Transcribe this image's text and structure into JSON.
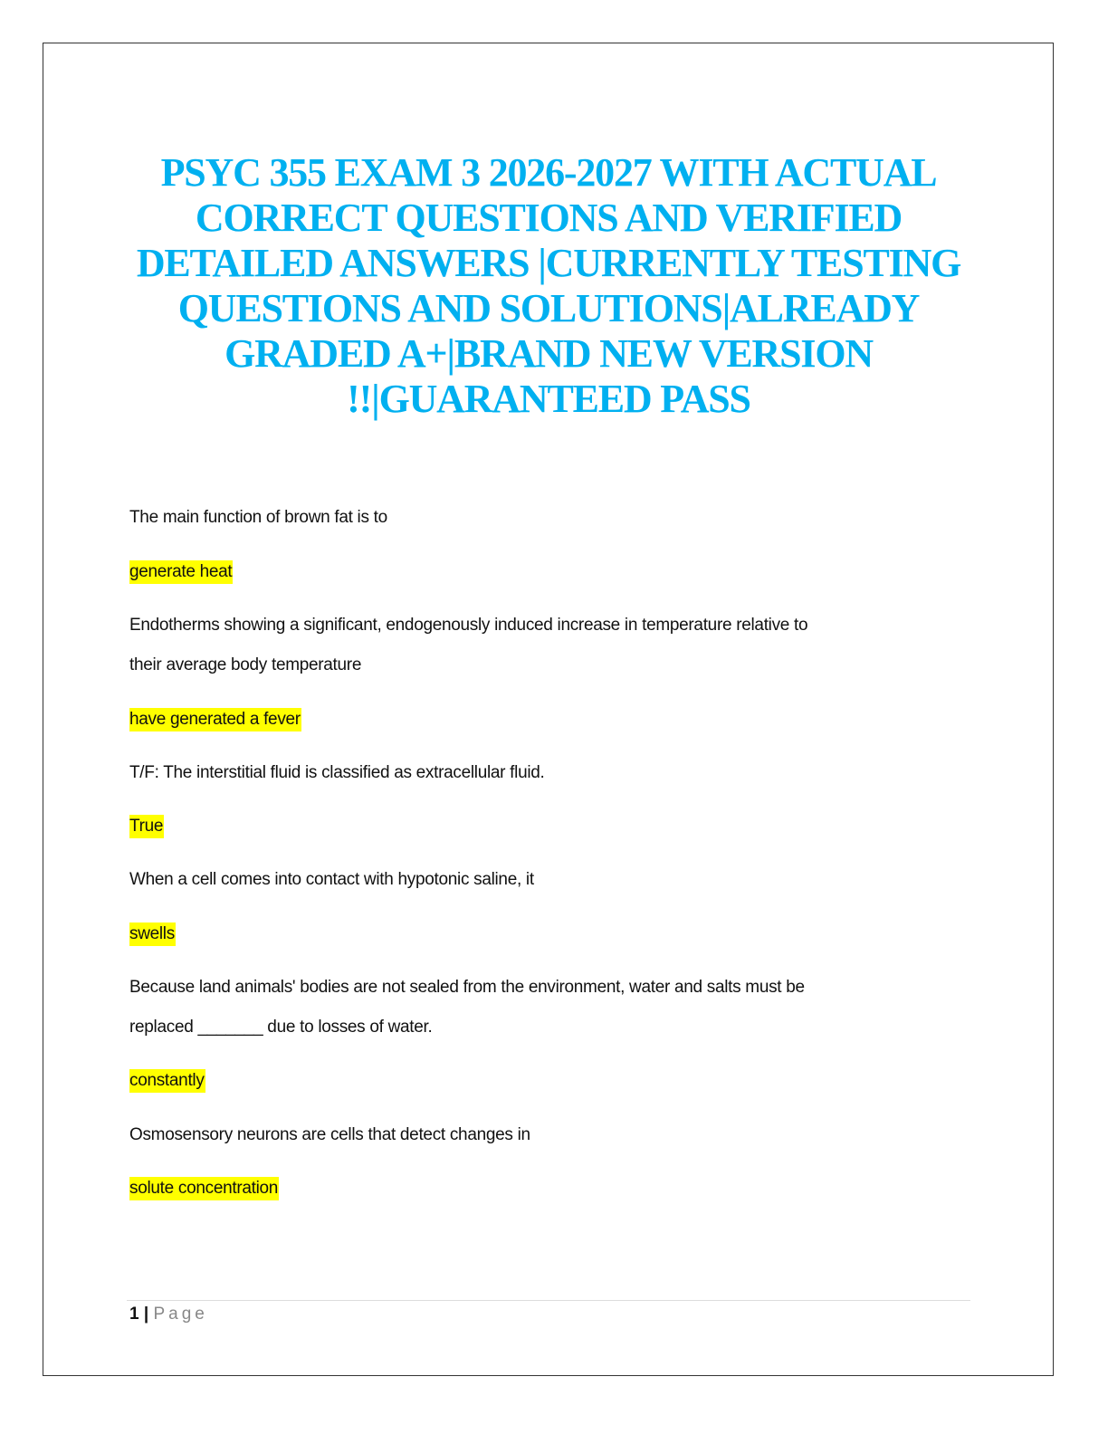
{
  "title_lines": [
    "PSYC 355 EXAM 3 2026-2027 WITH ACTUAL",
    "CORRECT QUESTIONS AND VERIFIED",
    "DETAILED ANSWERS |CURRENTLY TESTING",
    "QUESTIONS AND SOLUTIONS|ALREADY",
    "GRADED A+|BRAND NEW VERSION",
    "!!|GUARANTEED PASS"
  ],
  "qa": [
    {
      "q": [
        "The main function of brown fat is to"
      ],
      "a": "generate heat"
    },
    {
      "q": [
        "Endotherms showing a significant, endogenously induced increase in temperature relative to",
        "their average body temperature"
      ],
      "a": "have generated a fever"
    },
    {
      "q": [
        "T/F: The interstitial fluid is classified as extracellular fluid."
      ],
      "a": "True"
    },
    {
      "q": [
        "When a cell comes into contact with hypotonic saline, it"
      ],
      "a": "swells"
    },
    {
      "q": [
        "Because land animals' bodies are not sealed from the environment, water and salts must be",
        "replaced _______ due to losses of water."
      ],
      "a": "constantly"
    },
    {
      "q": [
        "Osmosensory neurons are cells that detect changes in"
      ],
      "a": "solute concentration"
    }
  ],
  "footer": {
    "page_number": "1",
    "separator": "|",
    "page_label": "Page"
  },
  "colors": {
    "title": "#00b0f0",
    "highlight": "#ffff00"
  }
}
